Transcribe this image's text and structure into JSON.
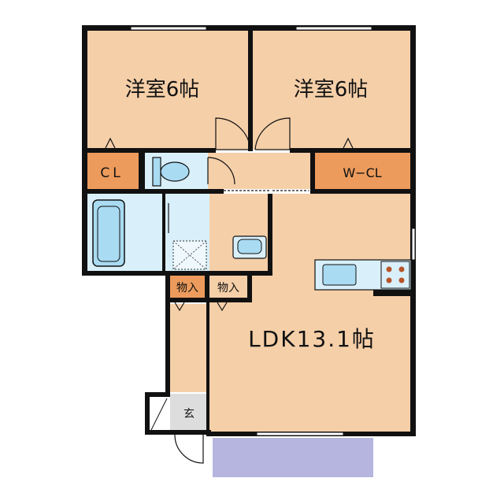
{
  "floorplan": {
    "rooms": {
      "western_room_left": {
        "label": "洋室6帖"
      },
      "western_room_right": {
        "label": "洋室6帖"
      },
      "closet": {
        "label": "CL"
      },
      "walk_in_closet": {
        "label": "W−CL"
      },
      "storage_1": {
        "label": "物入"
      },
      "storage_2": {
        "label": "物入"
      },
      "ldk": {
        "label": "LDK13.1帖"
      },
      "entrance": {
        "label": "玄"
      }
    },
    "colors": {
      "room_floor": "#f5cfa8",
      "closet_orange": "#ec9b5c",
      "wet_area_blue": "#d9f0fb",
      "fixture_blue": "#a9dbf2",
      "balcony_purple": "#b5b5df",
      "entrance_gray": "#dddddd",
      "wall": "#111111"
    }
  }
}
